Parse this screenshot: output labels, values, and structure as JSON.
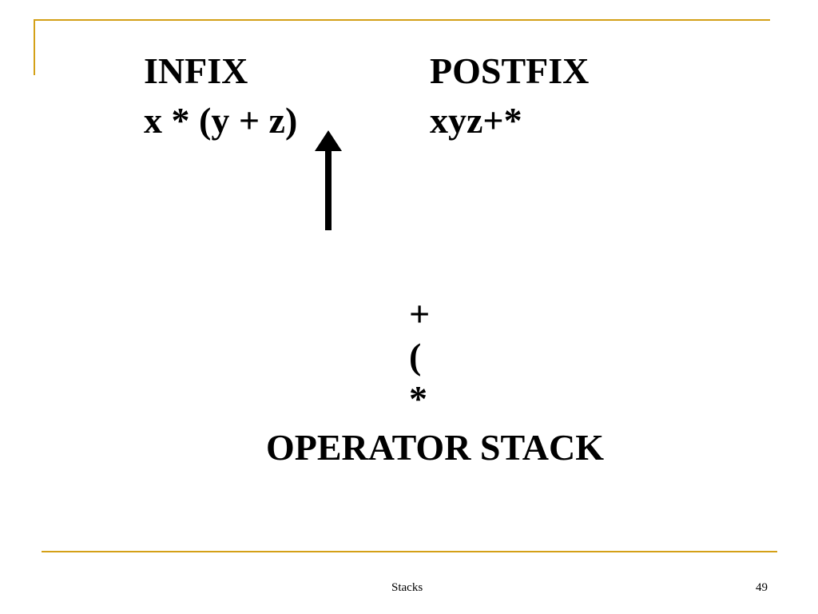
{
  "slide": {
    "infix": {
      "heading": "INFIX",
      "expression": "x * (y + z)"
    },
    "postfix": {
      "heading": "POSTFIX",
      "expression": "xyz+*"
    },
    "operator_stack": {
      "items": [
        "+",
        "(",
        "*"
      ],
      "label": "OPERATOR STACK"
    },
    "pointer_icon": "up-arrow-icon",
    "footer": {
      "title": "Stacks",
      "page_number": "49"
    },
    "colors": {
      "accent_gold": "#D4A017",
      "text": "#000000",
      "background": "#ffffff"
    }
  }
}
